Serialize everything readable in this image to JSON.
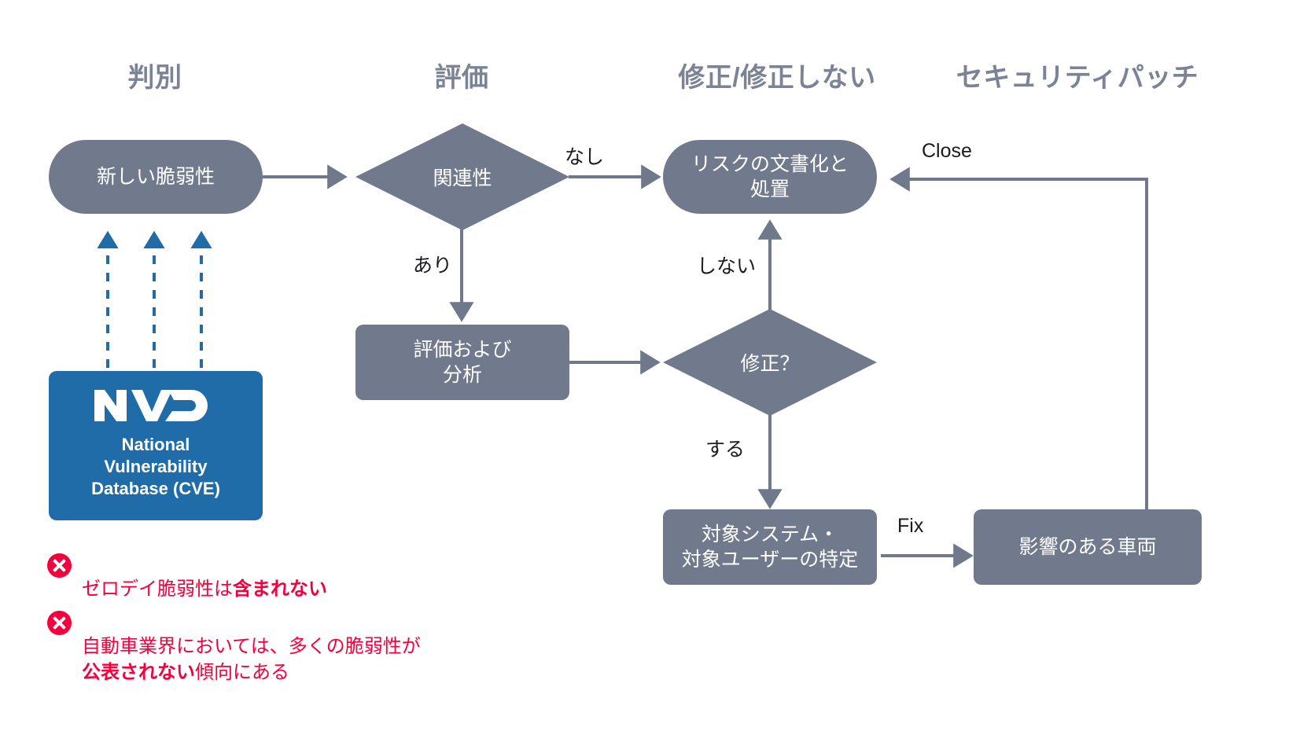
{
  "palette": {
    "node_fill": "#717A8C",
    "heading_gray": "#7A8496",
    "connector_gray": "#70798B",
    "nvd_blue": "#1F6CA8",
    "alert_red": "#F5003C",
    "background": "#FFFFFF",
    "node_text": "#FFFFFF",
    "edge_label_text": "#1A1A22"
  },
  "columns": [
    {
      "id": "identify",
      "label": "判別"
    },
    {
      "id": "assess",
      "label": "評価"
    },
    {
      "id": "fix-or-not",
      "label": "修正/修正しない"
    },
    {
      "id": "security-patch",
      "label": "セキュリティパッチ"
    }
  ],
  "nodes": {
    "new_vulnerability": {
      "label": "新しい脆弱性",
      "shape": "pill"
    },
    "relevance": {
      "label": "関連性",
      "shape": "diamond"
    },
    "evaluation_analysis": {
      "label": "評価および\n分析",
      "shape": "rect"
    },
    "document_risk": {
      "label": "リスクの文書化と\n処置",
      "shape": "pill"
    },
    "fix_decision": {
      "label": "修正？",
      "shape": "diamond"
    },
    "identify_targets": {
      "label": "対象システム・\n対象ユーザーの特定",
      "shape": "rect"
    },
    "affected_vehicles": {
      "label": "影響のある車両",
      "shape": "rect"
    }
  },
  "edge_labels": {
    "none": "なし",
    "exists": "あり",
    "do_not": "しない",
    "do_it": "する",
    "fix": "Fix",
    "close": "Close"
  },
  "nvd_card": {
    "logo_text": "NVD",
    "caption": "National\nVulnerability\nDatabase (CVE)"
  },
  "notes": [
    {
      "icon": "x-circle-icon",
      "segments": [
        {
          "text": "ゼロデイ脆弱性は",
          "bold": false
        },
        {
          "text": "含まれない",
          "bold": true
        }
      ]
    },
    {
      "icon": "x-circle-icon",
      "segments": [
        {
          "text": "自動車業界においては、多くの脆弱性が\n",
          "bold": false
        },
        {
          "text": "公表されない",
          "bold": true
        },
        {
          "text": "傾向にある",
          "bold": false
        }
      ]
    }
  ]
}
